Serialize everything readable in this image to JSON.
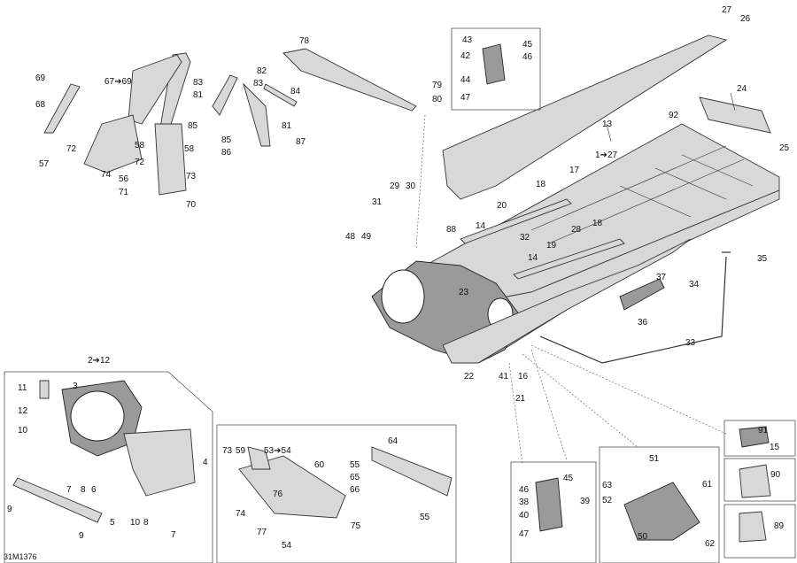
{
  "diagram_id": "31M1376",
  "labels": {
    "l1_27": "1➔27",
    "l2_12": "2➔12",
    "l3": "3",
    "l4": "4",
    "l5": "5",
    "l6": "6",
    "l7a": "7",
    "l7b": "7",
    "l8a": "8",
    "l8b": "8",
    "l9a": "9",
    "l9b": "9",
    "l10a": "10",
    "l10b": "10",
    "l11": "11",
    "l12": "12",
    "l13": "13",
    "l14a": "14",
    "l14b": "14",
    "l15": "15",
    "l16": "16",
    "l17": "17",
    "l18a": "18",
    "l18b": "18",
    "l19": "19",
    "l20": "20",
    "l21": "21",
    "l22": "22",
    "l23": "23",
    "l24": "24",
    "l25": "25",
    "l26": "26",
    "l27": "27",
    "l28": "28",
    "l29": "29",
    "l30": "30",
    "l31": "31",
    "l32": "32",
    "l33": "33",
    "l34": "34",
    "l35": "35",
    "l36": "36",
    "l37": "37",
    "l38": "38",
    "l39": "39",
    "l40": "40",
    "l41": "41",
    "l42": "42",
    "l43": "43",
    "l44": "44",
    "l45a": "45",
    "l45b": "45",
    "l46a": "46",
    "l46b": "46",
    "l47a": "47",
    "l47b": "47",
    "l48": "48",
    "l49": "49",
    "l50": "50",
    "l51": "51",
    "l52": "52",
    "l53_54": "53➔54",
    "l54": "54",
    "l55a": "55",
    "l55b": "55",
    "l56": "56",
    "l57": "57",
    "l58a": "58",
    "l58b": "58",
    "l59": "59",
    "l60": "60",
    "l61": "61",
    "l62": "62",
    "l63": "63",
    "l64": "64",
    "l65": "65",
    "l66": "66",
    "l67_69": "67➔69",
    "l68": "68",
    "l69": "69",
    "l70": "70",
    "l71": "71",
    "l72a": "72",
    "l72b": "72",
    "l73a": "73",
    "l73b": "73",
    "l74a": "74",
    "l74b": "74",
    "l75": "75",
    "l76": "76",
    "l77": "77",
    "l78": "78",
    "l79": "79",
    "l80": "80",
    "l81a": "81",
    "l81b": "81",
    "l82": "82",
    "l83": "83",
    "l84": "84",
    "l85a": "85",
    "l85b": "85",
    "l86": "86",
    "l87": "87",
    "l88": "88",
    "l89": "89",
    "l90": "90",
    "l91": "91",
    "l92": "92"
  }
}
